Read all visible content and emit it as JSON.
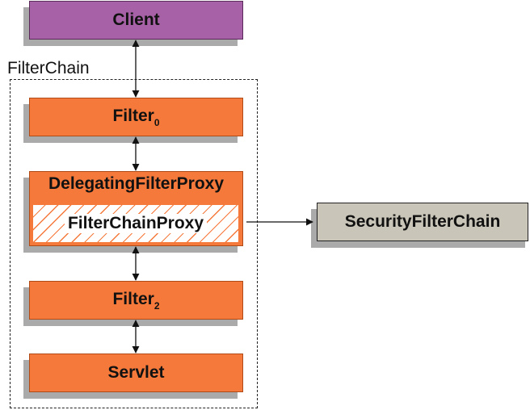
{
  "diagram": {
    "client": "Client",
    "filter_chain_label": "FilterChain",
    "filter0": {
      "name": "Filter",
      "sub": "0"
    },
    "delegating": "DelegatingFilterProxy",
    "filter_chain_proxy": "FilterChainProxy",
    "filter2": {
      "name": "Filter",
      "sub": "2"
    },
    "servlet": "Servlet",
    "security_filter_chain": "SecurityFilterChain"
  },
  "colors": {
    "client": "#a761a6",
    "filter": "#f5793a",
    "security_filter_chain": "#c9c5b8",
    "shadow": "#aaaaaa"
  }
}
